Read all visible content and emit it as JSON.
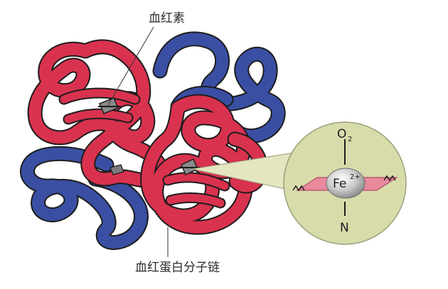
{
  "labels": {
    "heme": "血红素",
    "chain": "血红蛋白分子链"
  },
  "inset": {
    "top_ligand": "O",
    "top_ligand_sub": "2",
    "metal": "Fe",
    "metal_charge": "2+",
    "bottom_ligand": "N"
  },
  "colors": {
    "alpha_chain": "#d9324f",
    "beta_chain": "#3a4fa3",
    "chain_outline": "#1d1d1d",
    "inset_fill": "#d8dcaa",
    "heme_plate": "#e8899c"
  }
}
